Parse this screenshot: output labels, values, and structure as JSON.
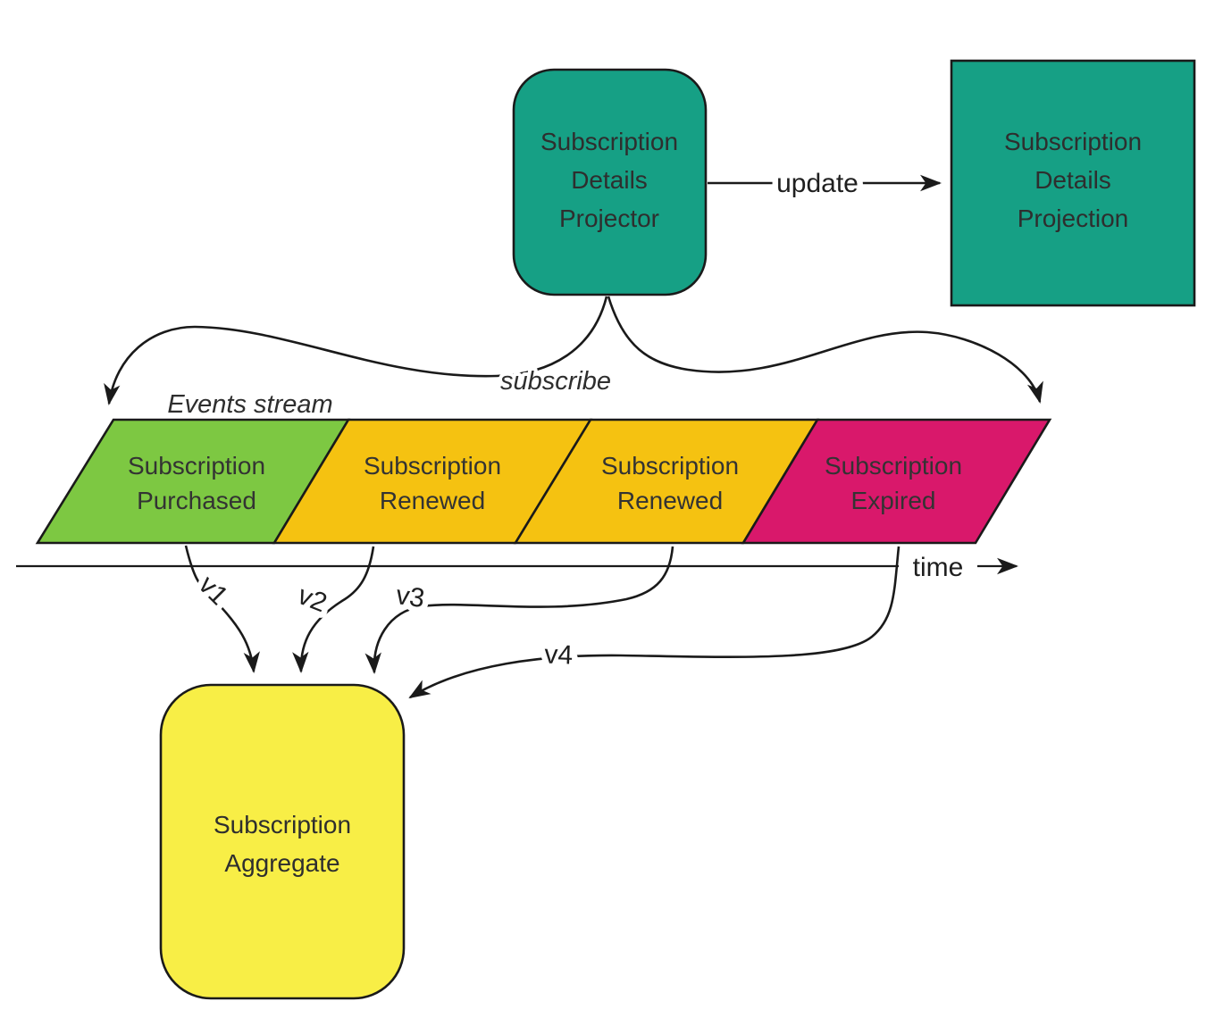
{
  "diagram": {
    "ink_color": "#1A1A1A",
    "projector": {
      "lines": [
        "Subscription",
        "Details",
        "Projector"
      ],
      "color": "#16A085"
    },
    "projection": {
      "lines": [
        "Subscription",
        "Details",
        "Projection"
      ],
      "color": "#16A085"
    },
    "update_label": "update",
    "subscribe_label": "subscribe",
    "events_stream_label": "Events stream",
    "time_label": "time",
    "events": [
      {
        "lines": [
          "Subscription",
          "Purchased"
        ],
        "color": "#7DC842",
        "version": "v1"
      },
      {
        "lines": [
          "Subscription",
          "Renewed"
        ],
        "color": "#F5C211",
        "version": "v2"
      },
      {
        "lines": [
          "Subscription",
          "Renewed"
        ],
        "color": "#F5C211",
        "version": "v3"
      },
      {
        "lines": [
          "Subscription",
          "Expired"
        ],
        "color": "#D9186B",
        "version": "v4"
      }
    ],
    "aggregate": {
      "lines": [
        "Subscription",
        "Aggregate"
      ],
      "color": "#F8EE46"
    }
  }
}
